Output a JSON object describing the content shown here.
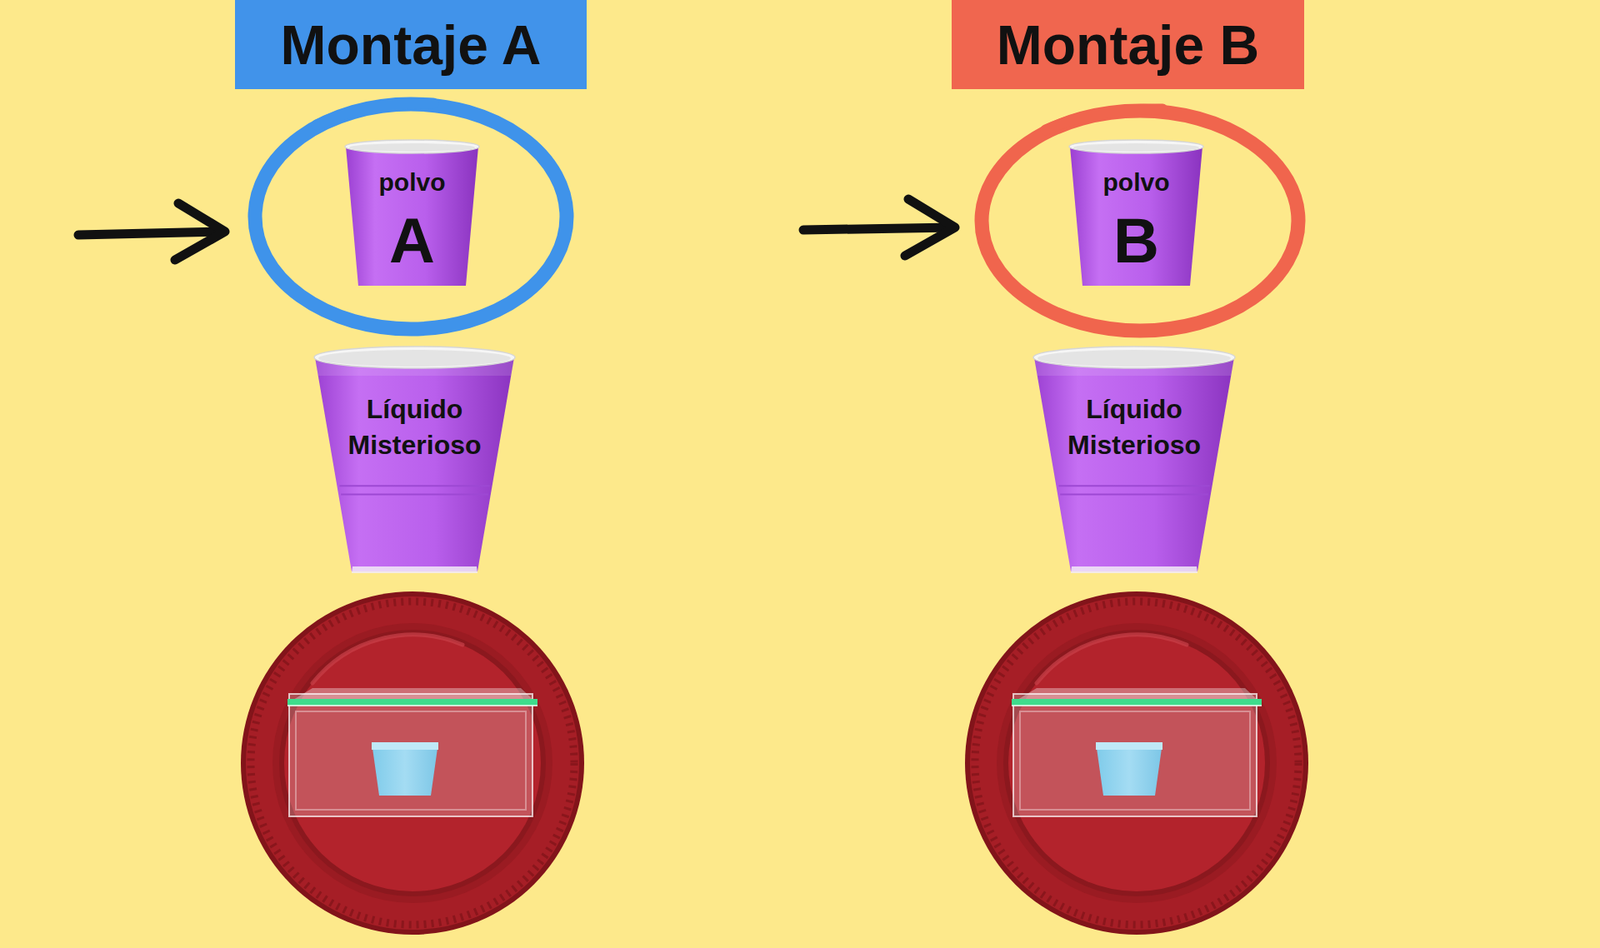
{
  "diagram": {
    "nodes": [
      {
        "text": [
          "Montaje A"
        ]
      },
      {
        "text": [
          "Montaje B"
        ]
      },
      {
        "text": [
          "polvo",
          "A"
        ]
      },
      {
        "text": [
          "polvo",
          "B"
        ]
      },
      {
        "text": [
          "Líquido Misterioso"
        ]
      },
      {
        "text": [
          "Líquido Misterioso"
        ]
      }
    ]
  }
}
